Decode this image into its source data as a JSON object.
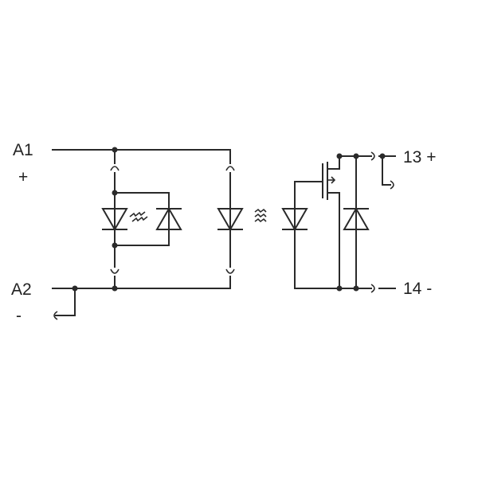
{
  "terminals": {
    "a1": "A1",
    "a1_polarity": "+",
    "a2": "A2",
    "a2_polarity": "-",
    "t13": "13 +",
    "t14": "14 -"
  }
}
